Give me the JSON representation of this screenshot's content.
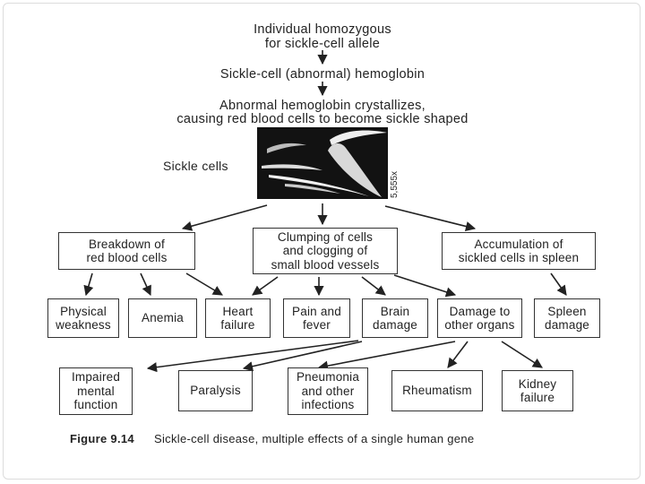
{
  "top": {
    "line1": "Individual homozygous",
    "line2": "for sickle-cell allele",
    "hemoglobin": "Sickle-cell (abnormal) hemoglobin",
    "crystal1": "Abnormal hemoglobin crystallizes,",
    "crystal2": "causing red blood cells to become sickle shaped"
  },
  "micrograph": {
    "label": "Sickle cells",
    "magnification": "5,555x"
  },
  "primary": {
    "breakdown": [
      "Breakdown of",
      "red blood cells"
    ],
    "clumping": [
      "Clumping of cells",
      "and clogging of",
      "small blood vessels"
    ],
    "accumulation": [
      "Accumulation of",
      "sickled cells in spleen"
    ]
  },
  "secondary": {
    "physical_weakness": [
      "Physical",
      "weakness"
    ],
    "anemia": [
      "Anemia"
    ],
    "heart_failure": [
      "Heart",
      "failure"
    ],
    "pain_fever": [
      "Pain and",
      "fever"
    ],
    "brain_damage": [
      "Brain",
      "damage"
    ],
    "other_organs": [
      "Damage to",
      "other organs"
    ],
    "spleen_damage": [
      "Spleen",
      "damage"
    ]
  },
  "tertiary": {
    "impaired": [
      "Impaired",
      "mental",
      "function"
    ],
    "paralysis": [
      "Paralysis"
    ],
    "pneumonia": [
      "Pneumonia",
      "and other",
      "infections"
    ],
    "rheumatism": [
      "Rheumatism"
    ],
    "kidney": [
      "Kidney",
      "failure"
    ]
  },
  "caption": {
    "figure_label": "Figure 9.14",
    "text": "Sickle-cell disease, multiple effects of a single human gene"
  }
}
